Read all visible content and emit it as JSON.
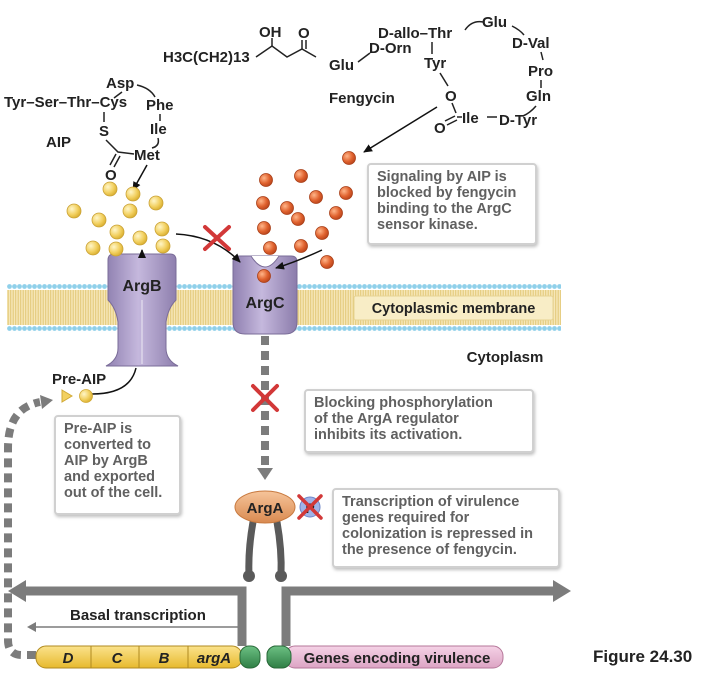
{
  "fengycin": {
    "tail": "H3C(CH2)13",
    "hydroxyl": "OH",
    "carbonyl_o": "O",
    "ring_o": "O",
    "lactone_o": "O",
    "residues": {
      "glu1": "Glu",
      "orn": "D-Orn",
      "tyr": "Tyr",
      "allo_thr": "D-allo–Thr",
      "glu2": "Glu",
      "val": "D-Val",
      "pro": "Pro",
      "gln": "Gln",
      "ile": "Ile",
      "dtyr": "D-Tyr"
    },
    "name": "Fengycin"
  },
  "aip": {
    "chain": "Tyr–Ser–Thr–Cys",
    "asp": "Asp",
    "phe": "Phe",
    "ile": "Ile",
    "met": "Met",
    "s": "S",
    "o": "O",
    "name": "AIP"
  },
  "proteins": {
    "argb": "ArgB",
    "argc": "ArgC",
    "arga": "ArgA",
    "phospho": "P"
  },
  "labels": {
    "membrane": "Cytoplasmic membrane",
    "cytoplasm": "Cytoplasm",
    "pre_aip": "Pre-AIP",
    "basal": "Basal transcription",
    "figure": "Figure 24.30"
  },
  "callouts": {
    "signaling": "Signaling by AIP is\nblocked by fengycin\nbinding to the ArgC\nsensor kinase.",
    "phosphorylation": "Blocking phosphorylation\nof the ArgA regulator\ninhibits its activation.",
    "pre_aip_box": "Pre-AIP is\nconverted to\nAIP by ArgB\nand exported\nout of the cell.",
    "transcription": "Transcription of virulence\ngenes required for\ncolonization is repressed in\nthe presence of fengycin."
  },
  "genes": {
    "d": "D",
    "c": "C",
    "b": "B",
    "arga": "argA",
    "virulence": "Genes encoding virulence"
  },
  "colors": {
    "aip_ball": "#f2d060",
    "fengycin_ball": "#e0622e",
    "protein": "#a99ac4",
    "arga": "#e8a36e",
    "membrane_head": "#8fd0ea",
    "membrane_tail": "#ecd79a",
    "inhibit": "#d23838",
    "gene_yellow": "#f3cc45",
    "gene_green": "#3d9d58",
    "gene_pink": "#e9b8d6",
    "arrow_gray": "#7c7c7c"
  }
}
